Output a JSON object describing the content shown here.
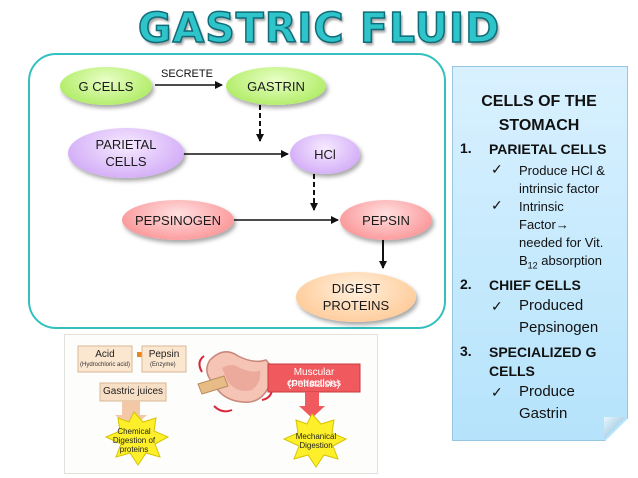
{
  "title": "GASTRIC FLUID",
  "diagram": {
    "g_cells": "G CELLS",
    "secrete": "SECRETE",
    "gastrin": "GASTRIN",
    "parietal_1": "PARIETAL",
    "parietal_2": "CELLS",
    "hcl": "HCl",
    "pepsinogen": "PEPSINOGEN",
    "pepsin": "PEPSIN",
    "digest_1": "DIGEST",
    "digest_2": "PROTEINS"
  },
  "sidebar": {
    "title_1": "CELLS OF THE",
    "title_2": "STOMACH",
    "items": [
      {
        "num": "1.",
        "heading": "PARIETAL CELLS",
        "points": [
          "Produce HCl &",
          "intrinsic factor",
          "Intrinsic",
          "Factor",
          "needed for Vit.",
          "B",
          "12",
          " absorption"
        ]
      },
      {
        "num": "2.",
        "heading": "CHIEF CELLS",
        "points": [
          "Produced",
          "Pepsinogen"
        ]
      },
      {
        "num": "3.",
        "heading_1": "SPECIALIZED G",
        "heading_2": "CELLS",
        "points": [
          "Produce",
          "Gastrin"
        ]
      }
    ],
    "check": "✓",
    "arrow": "→"
  },
  "image": {
    "acid": "Acid",
    "acid_sub": "(Hydrochloric acid)",
    "plus": "+",
    "pepsin": "Pepsin",
    "pepsin_sub": "(Enzyme)",
    "gastric_juices": "Gastric juices",
    "muscular_1": "Muscular contractions",
    "muscular_2": "(Peristalsis)",
    "chemical_1": "Chemical",
    "chemical_2": "Digestion of",
    "chemical_3": "proteins",
    "mechanical_1": "Mechanical",
    "mechanical_2": "Digestion"
  },
  "colors": {
    "title": "#2ec4c9",
    "panel_border": "#33c0bf",
    "sidebar_bg": "#c4e9fd"
  }
}
